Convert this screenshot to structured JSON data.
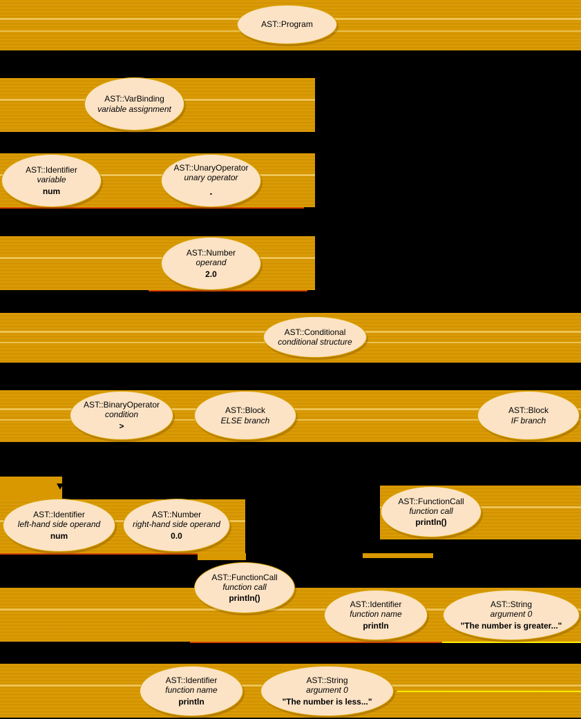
{
  "diagram": {
    "title": "AST::Program",
    "kind": "abstract-syntax-tree",
    "background_color": "#000000",
    "band_color": "#d99800",
    "node_fill": "#fce3c6",
    "node_border": "#d9a400",
    "edge_red": "#d34000",
    "edge_yellow": "#ffee00"
  },
  "nodes": [
    {
      "id": "program",
      "type": "AST::Program",
      "role": "",
      "value": ""
    },
    {
      "id": "varbinding",
      "type": "AST::VarBinding",
      "role": "variable assignment",
      "value": ""
    },
    {
      "id": "identifier-num",
      "type": "AST::Identifier",
      "role": "variable",
      "value": "num"
    },
    {
      "id": "unary-operator",
      "type": "AST::UnaryOperator",
      "role": "unary operator",
      "value": "-"
    },
    {
      "id": "number-2",
      "type": "AST::Number",
      "role": "operand",
      "value": "2.0"
    },
    {
      "id": "conditional",
      "type": "AST::Conditional",
      "role": "conditional structure",
      "value": ""
    },
    {
      "id": "binary-operator",
      "type": "AST::BinaryOperator",
      "role": "condition",
      "value": ">"
    },
    {
      "id": "block-else",
      "type": "AST::Block",
      "role": "ELSE branch",
      "value": ""
    },
    {
      "id": "block-if",
      "type": "AST::Block",
      "role": "IF branch",
      "value": ""
    },
    {
      "id": "identifier-lhs",
      "type": "AST::Identifier",
      "role": "left-hand side operand",
      "value": "num"
    },
    {
      "id": "number-rhs",
      "type": "AST::Number",
      "role": "right-hand side operand",
      "value": "0.0"
    },
    {
      "id": "functioncall-if",
      "type": "AST::FunctionCall",
      "role": "function call",
      "value": "println()"
    },
    {
      "id": "functioncall-else",
      "type": "AST::FunctionCall",
      "role": "function call",
      "value": "println()"
    },
    {
      "id": "identifier-fname-if",
      "type": "AST::Identifier",
      "role": "function name",
      "value": "println"
    },
    {
      "id": "string-arg-if",
      "type": "AST::String",
      "role": "argument 0",
      "value": "\"The number is greater...\""
    },
    {
      "id": "identifier-fname-else",
      "type": "AST::Identifier",
      "role": "function name",
      "value": "println"
    },
    {
      "id": "string-arg-else",
      "type": "AST::String",
      "role": "argument 0",
      "value": "\"The number is less...\""
    }
  ]
}
